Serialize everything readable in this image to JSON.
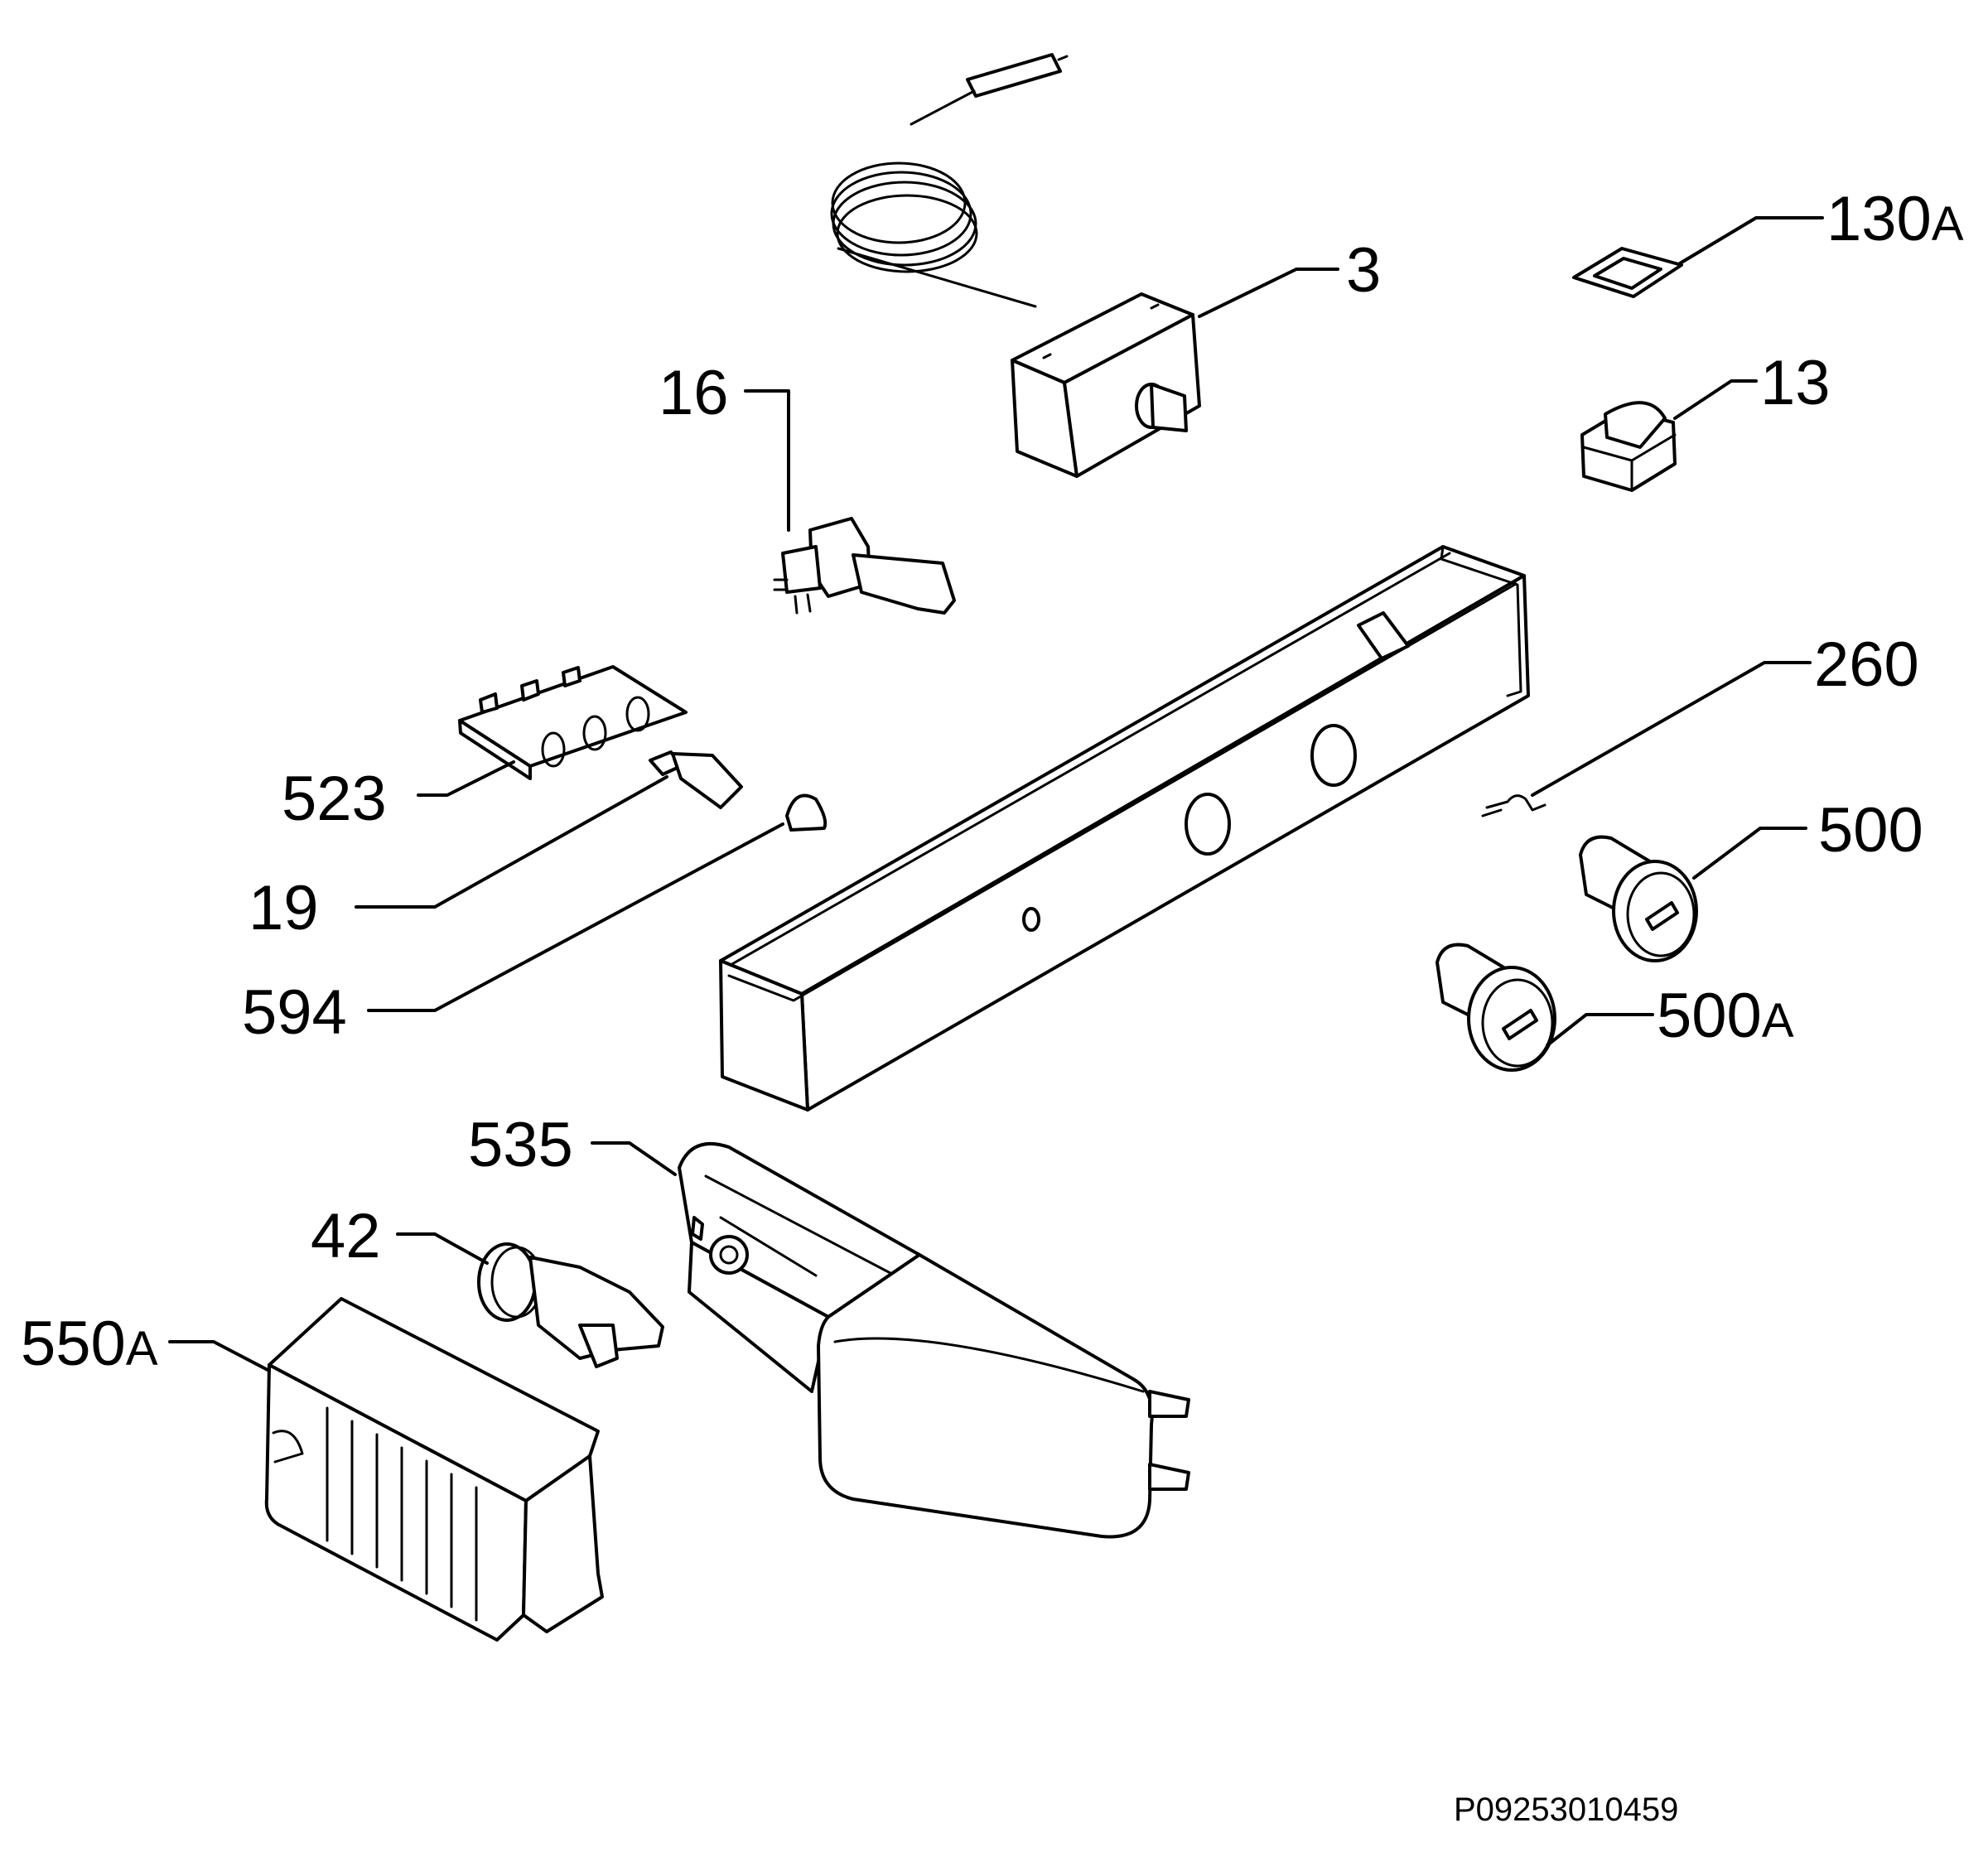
{
  "callouts": [
    {
      "id": "130A",
      "number": "130",
      "suffix": "A"
    },
    {
      "id": "3",
      "number": "3",
      "suffix": ""
    },
    {
      "id": "16",
      "number": "16",
      "suffix": ""
    },
    {
      "id": "13",
      "number": "13",
      "suffix": ""
    },
    {
      "id": "260",
      "number": "260",
      "suffix": ""
    },
    {
      "id": "523",
      "number": "523",
      "suffix": ""
    },
    {
      "id": "500",
      "number": "500",
      "suffix": ""
    },
    {
      "id": "19",
      "number": "19",
      "suffix": ""
    },
    {
      "id": "594",
      "number": "594",
      "suffix": ""
    },
    {
      "id": "500A",
      "number": "500",
      "suffix": "A"
    },
    {
      "id": "535",
      "number": "535",
      "suffix": ""
    },
    {
      "id": "42",
      "number": "42",
      "suffix": ""
    },
    {
      "id": "550A",
      "number": "550",
      "suffix": "A"
    }
  ],
  "drawing_code": "P09253010459"
}
